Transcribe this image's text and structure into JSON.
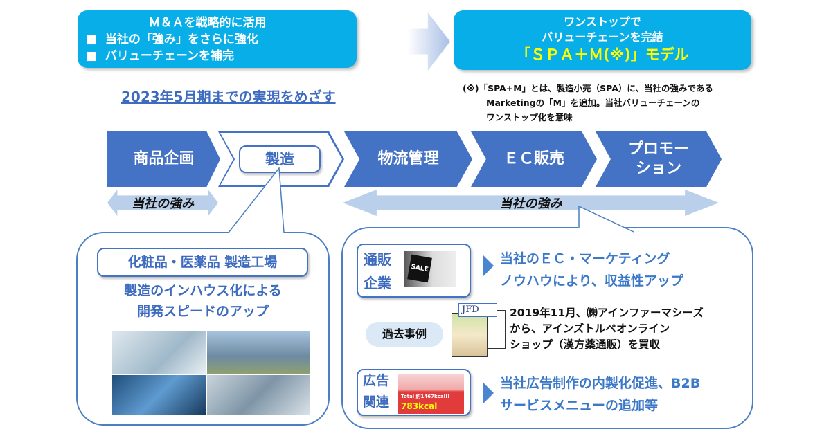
{
  "top_left": {
    "title": "Ｍ＆Ａを戦略的に活用",
    "bullets": [
      "当社の「強み」をさらに強化",
      "バリューチェーンを補完"
    ],
    "bullet_mark": "■"
  },
  "top_right": {
    "line1": "ワンストップで",
    "line2": "バリューチェーンを完結",
    "model": "「ＳＰＡ＋Ｍ(※)」モデル"
  },
  "note": [
    "(※)「SPA+M」とは、製造小売（SPA）に、当社の強みである",
    "Marketingの「M」を追加。当社バリューチェーンの",
    "ワンストップ化を意味"
  ],
  "headline": "2023年5月期までの実現をめざす",
  "chain": [
    "商品企画",
    "製造",
    "物流管理",
    "ＥＣ販売",
    "プロモー",
    "ション"
  ],
  "strength_left": "当社の強み",
  "strength_right": "当社の強み",
  "factory": {
    "label": "化粧品・医薬品 製造工場",
    "desc": [
      "製造のインハウス化による",
      "開発スピードのアップ"
    ]
  },
  "ec": {
    "label": [
      "通販",
      "企業"
    ],
    "img_text": "SALE",
    "desc": [
      "当社のＥＣ・マーケティング",
      "ノウハウにより、収益性アップ"
    ]
  },
  "past": {
    "label": "過去事例",
    "logo": "JFD",
    "desc": [
      "2019年11月、㈱アインファーマシーズ",
      "から、アインズトルペオンライン",
      "ショップ（漢方薬通販）を買収"
    ]
  },
  "ad": {
    "label": [
      "広告",
      "関連"
    ],
    "img_text": [
      "Total 約1467kcal!!",
      "783kcal"
    ],
    "desc": [
      "当社広告制作の内製化促進、B2B",
      "サービスメニューの追加等"
    ]
  },
  "colors": {
    "cyan": "#08aee8",
    "chevron": "#4472c4",
    "light_arrow": "#b9cfea",
    "yellow": "#ffff00"
  }
}
